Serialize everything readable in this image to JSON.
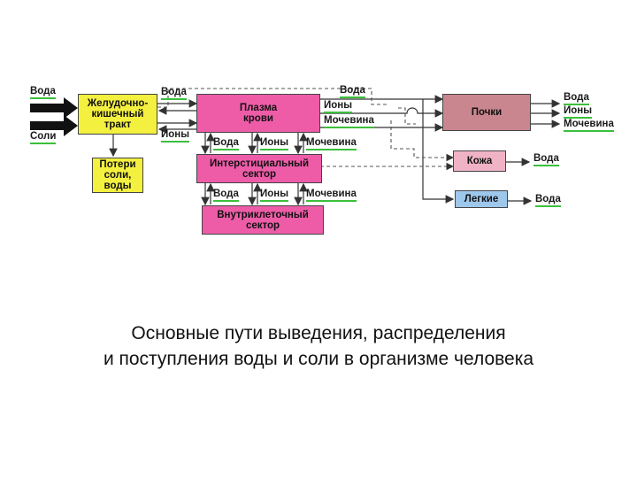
{
  "boxes": {
    "gut": "Желудочно-\nкишечный\nтракт",
    "losses": "Потери\nсоли,\nводы",
    "plasma": "Плазма\nкрови",
    "interstitial": "Интерстициальный\nсектор",
    "intracellular": "Внутриклеточный\nсектор",
    "kidneys": "Почки",
    "skin": "Кожа",
    "lungs": "Легкие"
  },
  "labels": {
    "in_water": "Вода",
    "in_salt": "Соли",
    "gut_water": "Вода",
    "gut_ions": "Ионы",
    "plasma_water": "Вода",
    "plasma_ions": "Ионы",
    "plasma_urea": "Мочевина",
    "int_water": "Вода",
    "int_ions": "Ионы",
    "int_urea": "Мочевина",
    "intra_water": "Вода",
    "intra_ions": "Ионы",
    "intra_urea": "Мочевина",
    "kid_water": "Вода",
    "kid_ions": "Ионы",
    "kid_urea": "Мочевина",
    "skin_water": "Вода",
    "lungs_water": "Вода"
  },
  "colors": {
    "gut": "#f3f040",
    "losses": "#f3f040",
    "plasma": "#ee5ca8",
    "interstitial": "#ee5ca8",
    "intracellular": "#ee5ca8",
    "kidneys": "#c9868f",
    "skin": "#f0b3c5",
    "lungs": "#9ec7ec",
    "label_underline": "#3bbf3b"
  },
  "caption": {
    "line1": "Основные пути выведения, распределения",
    "line2": "и поступления воды и соли в организме человека"
  }
}
